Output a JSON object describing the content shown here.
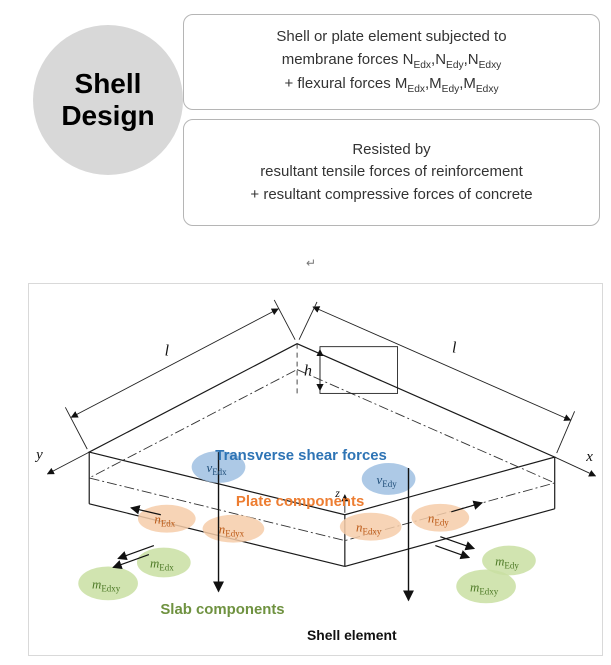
{
  "header": {
    "circle": {
      "line1": "Shell",
      "line2": "Design"
    },
    "box1": {
      "line1": "Shell or plate element subjected to",
      "line2_prefix": "membrane forces ",
      "line2_tokens": [
        {
          "base": "N",
          "sub": "Edx",
          "trail": ","
        },
        {
          "base": "N",
          "sub": "Edy",
          "trail": ","
        },
        {
          "base": "N",
          "sub": "Edxy",
          "trail": ""
        }
      ],
      "line3_prefix": "+ flexural forces ",
      "line3_tokens": [
        {
          "base": "M",
          "sub": "Edx",
          "trail": ","
        },
        {
          "base": "M",
          "sub": "Edy",
          "trail": ","
        },
        {
          "base": "M",
          "sub": "Edxy",
          "trail": ""
        }
      ]
    },
    "box2": {
      "line1": "Resisted by",
      "line2": "resultant tensile forces of reinforcement",
      "line3": "+ resultant compressive forces of concrete"
    }
  },
  "return_mark": "↵",
  "diagram": {
    "section_labels": {
      "transverse": "Transverse shear forces",
      "plate": "Plate components",
      "slab": "Slab components",
      "caption": "Shell element"
    },
    "axis_labels": {
      "x": "x",
      "y": "y",
      "z": "z"
    },
    "dim_labels": {
      "l_left": "l",
      "l_right": "l",
      "h": "h"
    },
    "forces": {
      "v_edx": {
        "base": "v",
        "sub": "Edx"
      },
      "v_edy": {
        "base": "v",
        "sub": "Edy"
      },
      "n_edx": {
        "base": "n",
        "sub": "Edx"
      },
      "n_edyx": {
        "base": "n",
        "sub": "Edyx"
      },
      "n_edxy": {
        "base": "n",
        "sub": "Edxy"
      },
      "n_edy": {
        "base": "n",
        "sub": "Edy"
      },
      "m_edx": {
        "base": "m",
        "sub": "Edx"
      },
      "m_edxy_left": {
        "base": "m",
        "sub": "Edxy"
      },
      "m_edy": {
        "base": "m",
        "sub": "Edy"
      },
      "m_edxy_right": {
        "base": "m",
        "sub": "Edxy"
      }
    },
    "colors": {
      "shear_fill": "#9fc0e2",
      "shear_text": "#1f4e79",
      "transverse_label": "#2e74b5",
      "plate_fill": "#f6cda9",
      "plate_text": "#bc5a17",
      "plate_label": "#ed7d31",
      "slab_fill": "#c9dfa2",
      "slab_text": "#4e7a27",
      "slab_label": "#6f9240"
    }
  }
}
